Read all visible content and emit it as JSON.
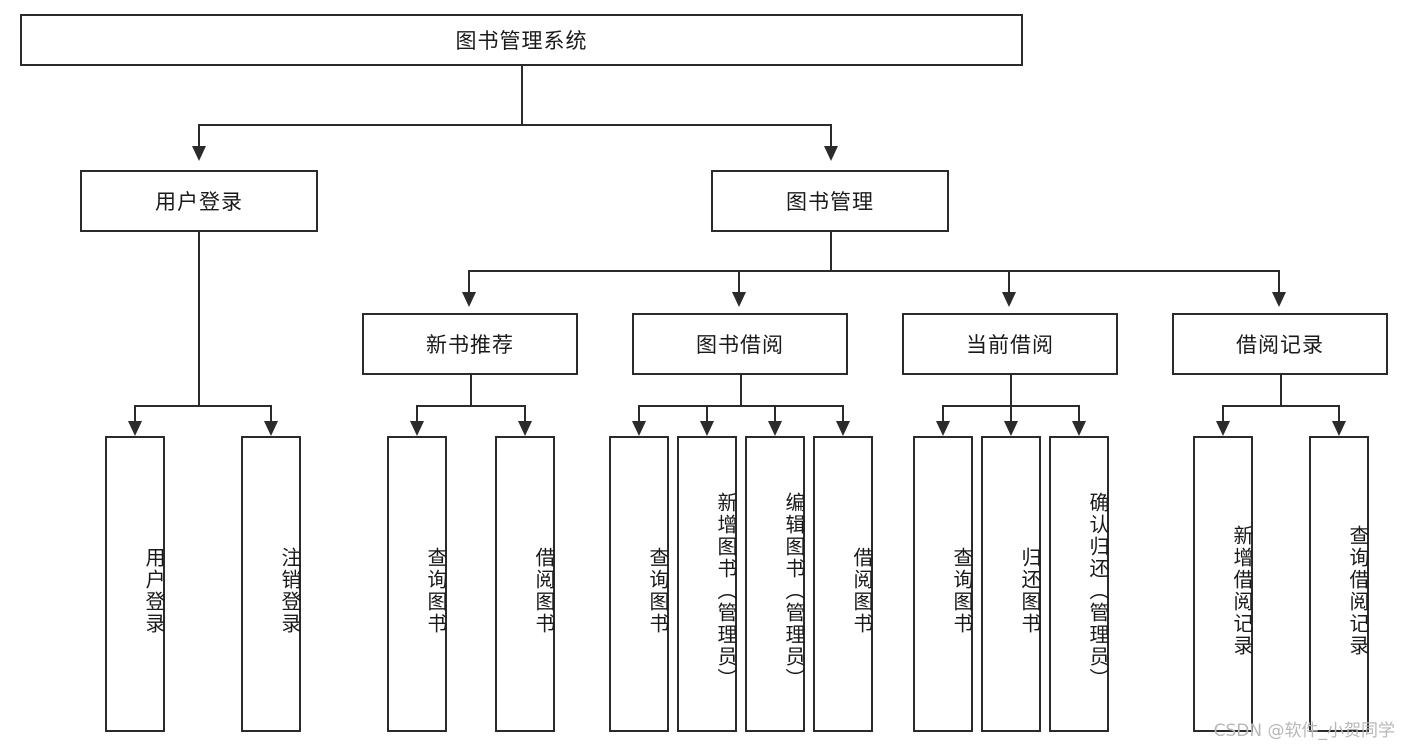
{
  "diagram": {
    "type": "tree-hierarchy-chart",
    "title": "图书管理系统",
    "watermark": "CSDN @软件_小贺同学",
    "colors": {
      "box_border": "#2b2b2b",
      "box_fill": "#ffffff",
      "connector": "#2b2b2b",
      "text": "#1a1a1a",
      "watermark": "#b8b8b8"
    },
    "root": {
      "label": "图书管理系统"
    },
    "level2": [
      {
        "label": "用户登录"
      },
      {
        "label": "图书管理"
      }
    ],
    "level3": [
      {
        "label": "新书推荐"
      },
      {
        "label": "图书借阅"
      },
      {
        "label": "当前借阅"
      },
      {
        "label": "借阅记录"
      }
    ],
    "leaves": {
      "user_login": [
        {
          "label": "用户登录"
        },
        {
          "label": "注销登录"
        }
      ],
      "new_book_recommend": [
        {
          "label": "查询图书"
        },
        {
          "label": "借阅图书"
        }
      ],
      "book_borrow": [
        {
          "label": "查询图书"
        },
        {
          "label": "新增图书（管理员）"
        },
        {
          "label": "编辑图书（管理员）"
        },
        {
          "label": "借阅图书"
        }
      ],
      "current_borrow": [
        {
          "label": "查询图书"
        },
        {
          "label": "归还图书"
        },
        {
          "label": "确认归还（管理员）"
        }
      ],
      "borrow_record": [
        {
          "label": "新增借阅记录"
        },
        {
          "label": "查询借阅记录"
        }
      ]
    }
  }
}
